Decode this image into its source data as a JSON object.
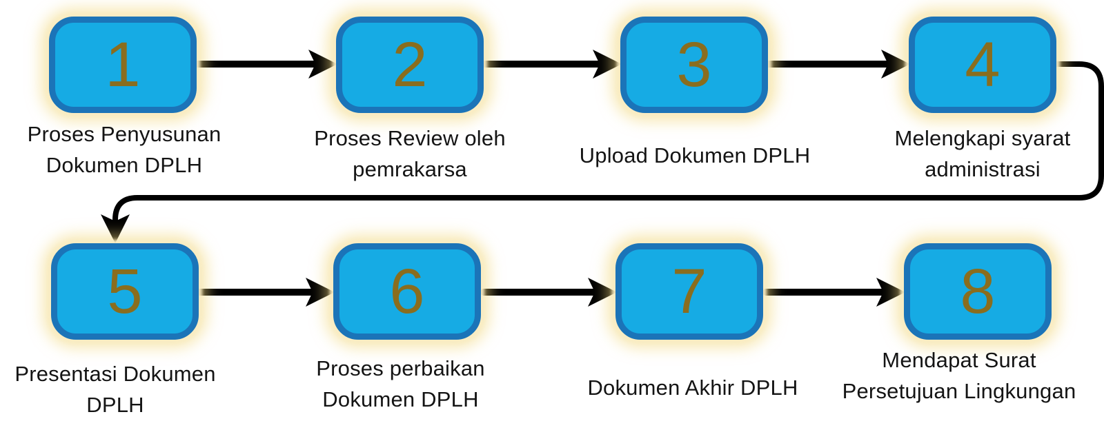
{
  "diagram": {
    "language": "Indonesian",
    "steps": [
      {
        "number": "1",
        "line1": "Proses Penyusunan",
        "line2": "Dokumen DPLH"
      },
      {
        "number": "2",
        "line1": "Proses Review oleh",
        "line2": "pemrakarsa"
      },
      {
        "number": "3",
        "line1": "Upload Dokumen DPLH",
        "line2": ""
      },
      {
        "number": "4",
        "line1": "Melengkapi syarat",
        "line2": "administrasi"
      },
      {
        "number": "5",
        "line1": "Presentasi Dokumen",
        "line2": "DPLH"
      },
      {
        "number": "6",
        "line1": "Proses perbaikan",
        "line2": "Dokumen DPLH"
      },
      {
        "number": "7",
        "line1": "Dokumen Akhir DPLH",
        "line2": ""
      },
      {
        "number": "8",
        "line1": "Mendapat Surat",
        "line2": "Persetujuan Lingkungan"
      }
    ],
    "flow": [
      "1→2",
      "2→3",
      "3→4",
      "4→5 (wrap-around connector)",
      "5→6",
      "6→7",
      "7→8"
    ],
    "colors": {
      "background": "#ffffff",
      "box_fill": "#16abe4",
      "box_border": "#1b74b8",
      "box_glow": "#f3d880",
      "number_text": "#8a6d1e",
      "label_text": "#141414",
      "arrow": "#000000"
    }
  }
}
